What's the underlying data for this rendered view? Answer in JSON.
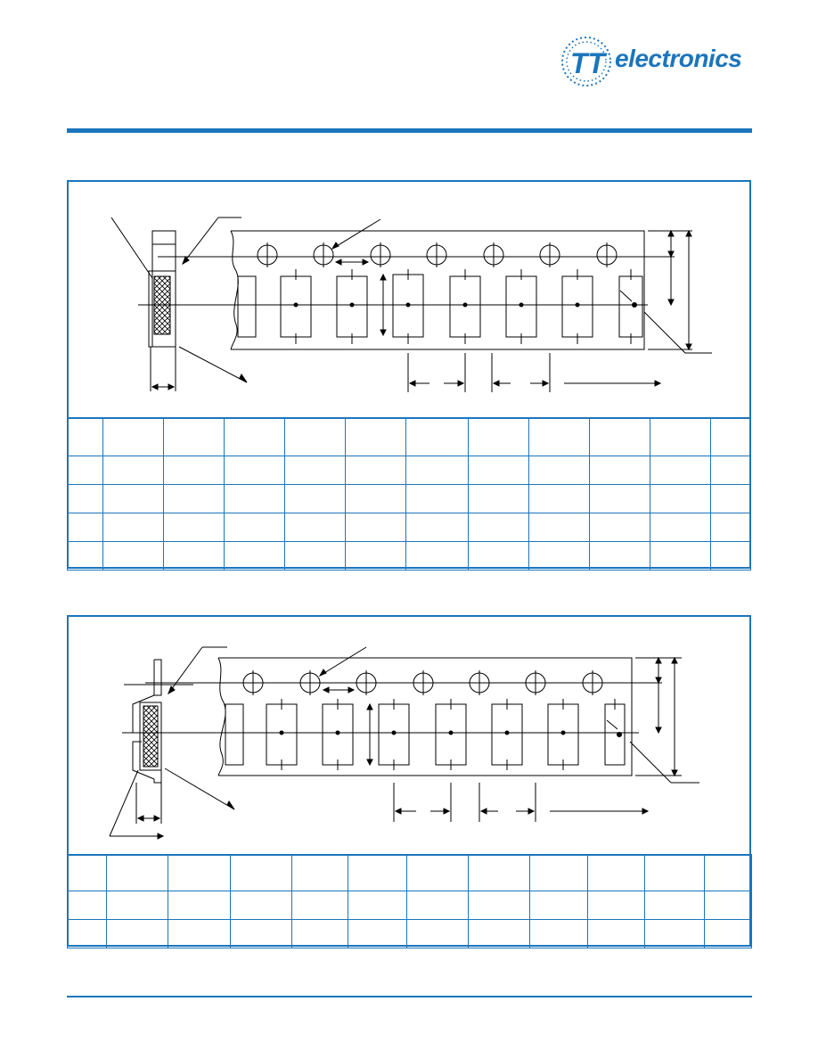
{
  "brand": {
    "name": "electronics",
    "accent": "#1b75bc",
    "logo_icon": "tt-monogram-icon"
  },
  "tape_top": {
    "diagram": "tape-and-reel-embossed-carrier-diagram",
    "table_rows": 5,
    "table_cols": 12
  },
  "tape_bottom": {
    "diagram": "tape-and-reel-blister-carrier-diagram",
    "table_rows": 3,
    "table_cols": 12
  }
}
